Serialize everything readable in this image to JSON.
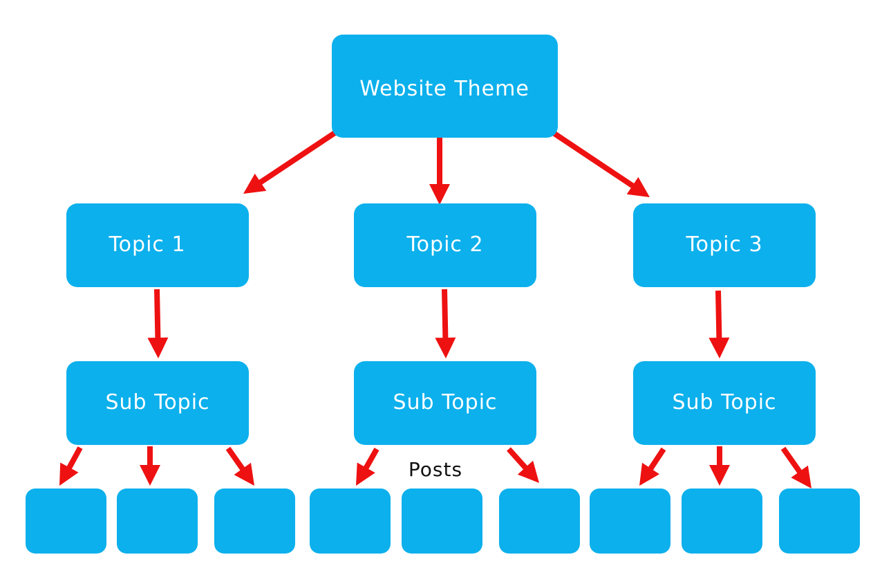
{
  "diagram": {
    "root": {
      "label": "Website Theme"
    },
    "topics": [
      {
        "label": "Topic 1"
      },
      {
        "label": "Topic 2"
      },
      {
        "label": "Topic 3"
      }
    ],
    "subtopics": [
      {
        "label": "Sub Topic"
      },
      {
        "label": "Sub Topic"
      },
      {
        "label": "Sub Topic"
      }
    ],
    "posts_caption": "Posts",
    "post_count": 9,
    "colors": {
      "node_fill": "#0cb0ec",
      "node_text": "#ffffff",
      "arrow": "#ee1111",
      "caption": "#111111"
    }
  }
}
